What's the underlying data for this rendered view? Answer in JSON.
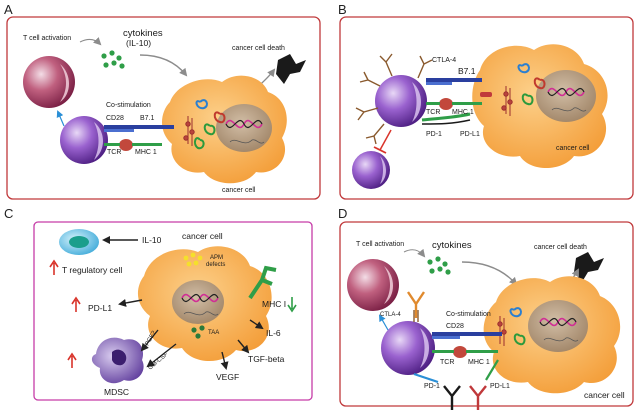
{
  "panels": {
    "a": {
      "letter": "A",
      "t_cell_activation": "T cell activation",
      "cytokines": "cytokines",
      "cytokines_sub": "(IL-10)",
      "cancer_cell_death": "cancer cell death",
      "co_stimulation": "Co-stimulation",
      "cd28": "CD28",
      "b71": "B7.1",
      "tcr": "TCR",
      "mhc1": "MHC 1",
      "cancer_cell": "cancer cell"
    },
    "b": {
      "letter": "B",
      "ctla4": "CTLA-4",
      "b71": "B7.1",
      "tcr": "TCR",
      "mhc1": "MHC 1",
      "pd1": "PD-1",
      "pdl1": "PD-L1",
      "cancer_cell": "cancer cell"
    },
    "c": {
      "letter": "C",
      "il10": "IL-10",
      "cancer_cell": "cancer cell",
      "apm_line1": "APM",
      "apm_line2": "defects",
      "t_reg": "T regulatory cell",
      "pdl1": "PD-L1",
      "mhc1": "MHC I",
      "il6": "IL-6",
      "taa": "TAA",
      "pge2": "PGE2",
      "gmcsf": "GM-CSF",
      "tgfbeta": "TGF-beta",
      "vegf": "VEGF",
      "mdsc": "MDSC"
    },
    "d": {
      "letter": "D",
      "t_cell_activation": "T cell activation",
      "cytokines": "cytokines",
      "cancer_cell_death": "cancer cell death",
      "ctla4": "CTLA-4",
      "co_stimulation": "Co-stimulation",
      "cd28": "CD28",
      "tcr": "TCR",
      "mhc1": "MHC 1",
      "pd1": "PD-1",
      "pdl1": "PD-L1",
      "cancer_cell": "cancer cell"
    }
  },
  "colors": {
    "panel_border_abd": "#c0393b",
    "panel_border_c": "#c63ca8",
    "cancer_cell": "#f6a94a",
    "nucleus": "#b49a7c",
    "t_cell": "#7a3fb0",
    "activated_t_cell": "#a53a64",
    "cytokine": "#2f9e48",
    "arrow_up_red": "#d9342b",
    "arrow_down_green": "#2f9e48"
  }
}
